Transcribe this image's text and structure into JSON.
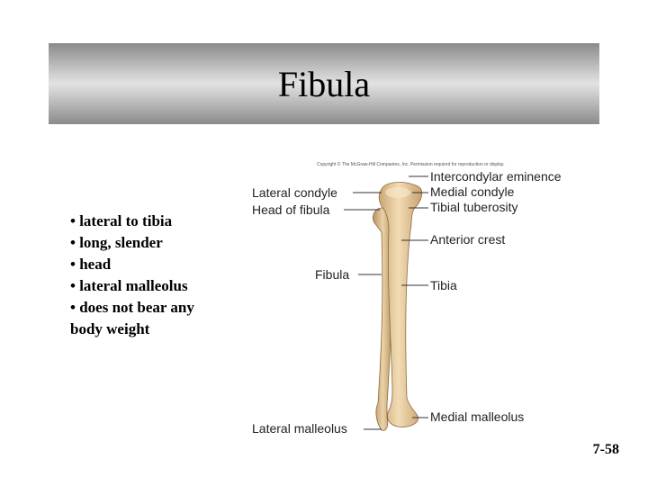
{
  "slide": {
    "title": "Fibula",
    "bullets": [
      "• lateral to tibia",
      "• long, slender",
      "• head",
      "• lateral malleolus",
      "• does not bear any",
      "body weight"
    ],
    "page_number": "7-58"
  },
  "figure": {
    "copyright": "Copyright © The McGraw-Hill Companies, Inc. Permission required for reproduction or display.",
    "labels": {
      "intercondylar_eminence": "Intercondylar eminence",
      "lateral_condyle": "Lateral condyle",
      "medial_condyle": "Medial condyle",
      "head_of_fibula": "Head of fibula",
      "tibial_tuberosity": "Tibial tuberosity",
      "anterior_crest": "Anterior crest",
      "fibula": "Fibula",
      "tibia": "Tibia",
      "lateral_malleolus": "Lateral malleolus",
      "medial_malleolus": "Medial malleolus"
    },
    "colors": {
      "bone": "#e8cfa4",
      "bone_shadow": "#c9a874",
      "leader_line": "#333333"
    }
  }
}
